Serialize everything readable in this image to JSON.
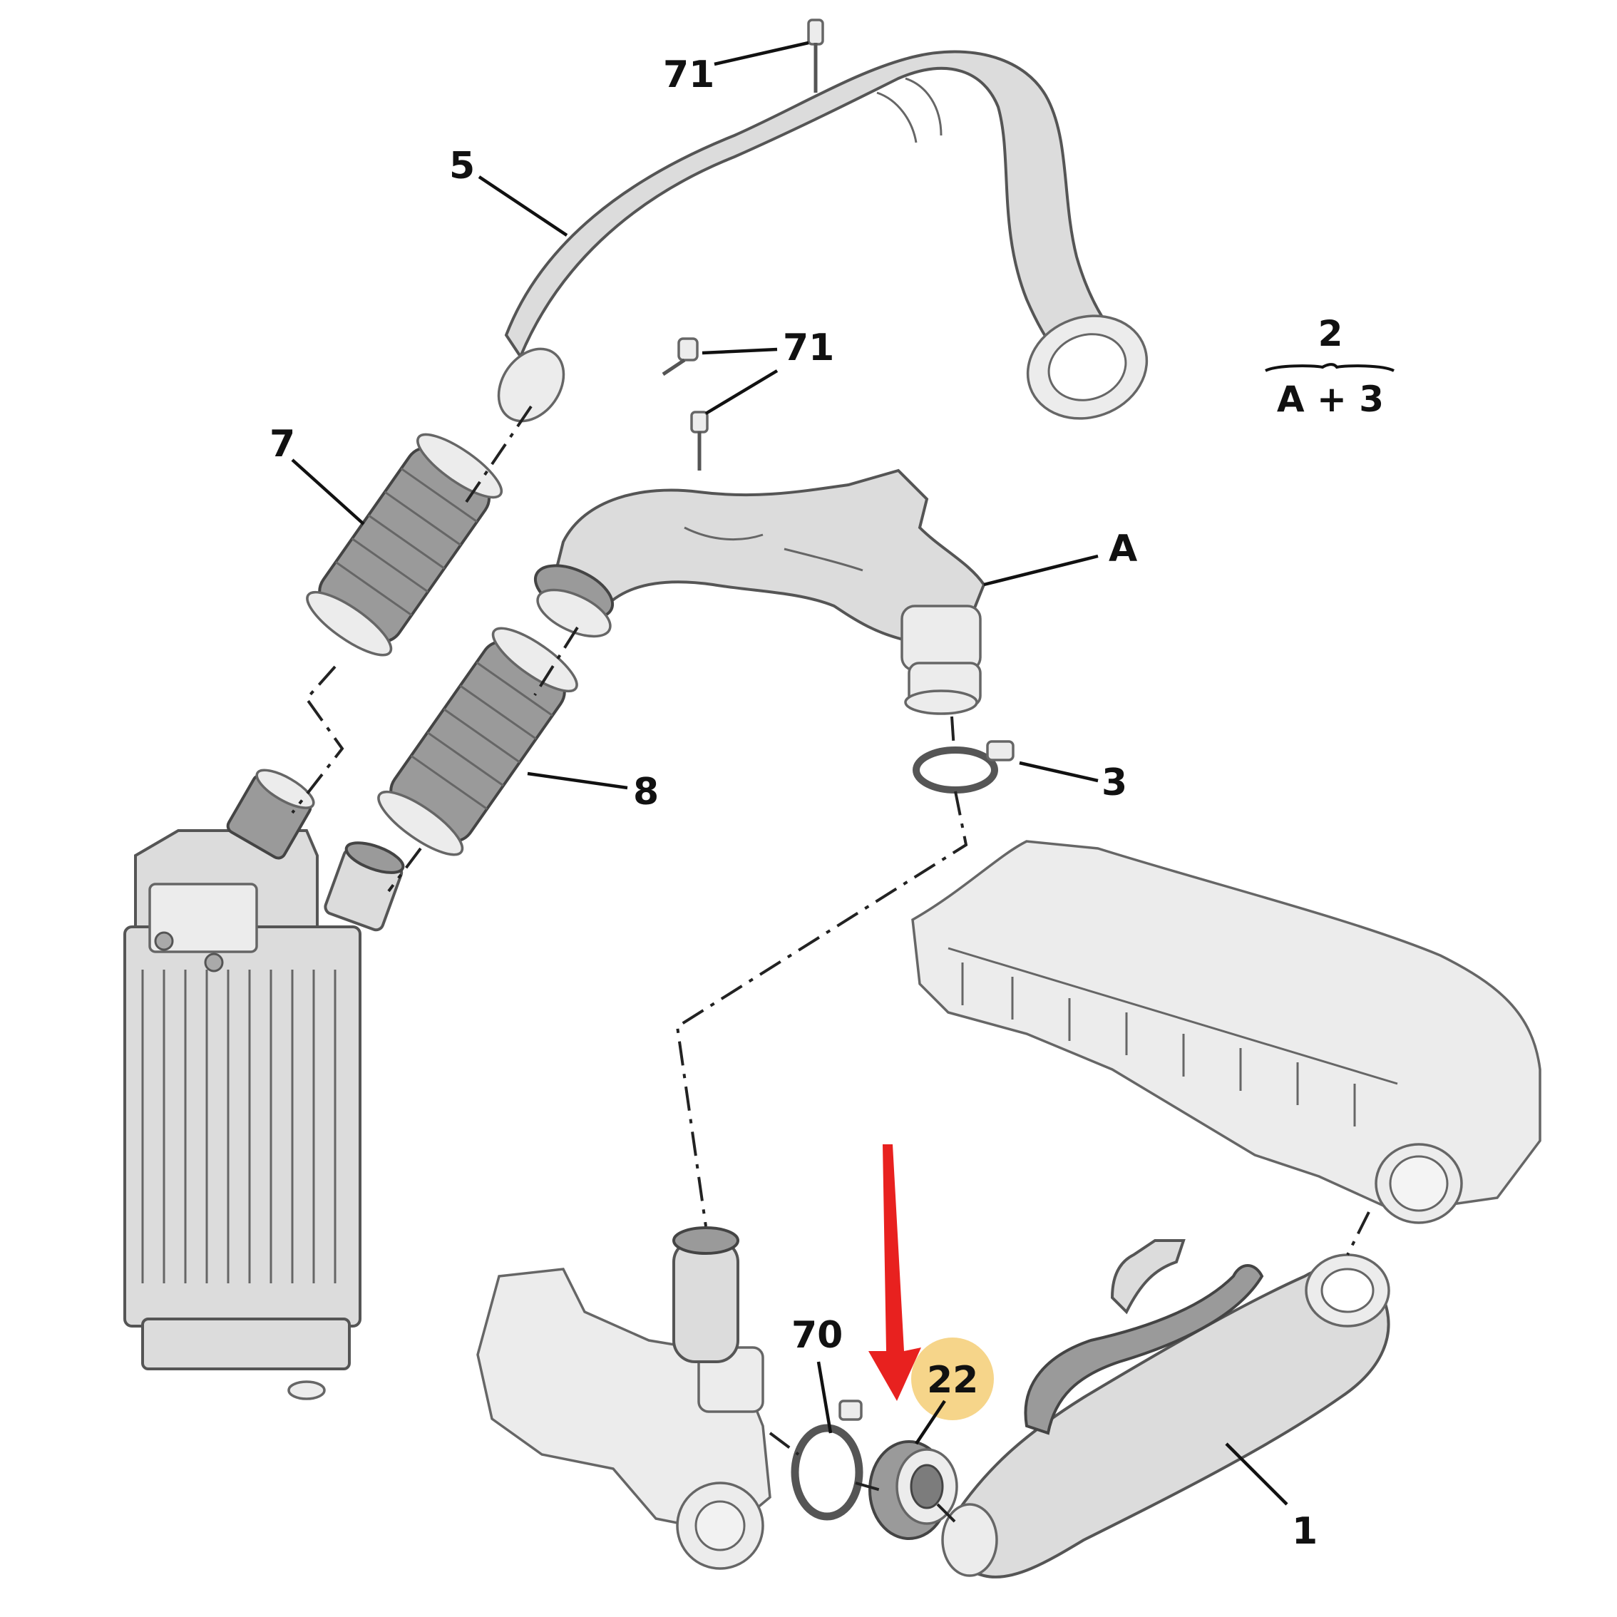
{
  "colors": {
    "highlight": "#f6d58a",
    "arrow": "#e8211f",
    "part_fill": "#dcdcdc",
    "hose_fill": "#8e8e8e"
  },
  "callouts": {
    "c71_top": "71",
    "c5": "5",
    "c71_mid": "71",
    "c7": "7",
    "cA": "A",
    "c8": "8",
    "c3": "3",
    "c70": "70",
    "c22": "22",
    "c1": "1"
  },
  "legend": {
    "numerator": "2",
    "denominator": "A + 3"
  }
}
